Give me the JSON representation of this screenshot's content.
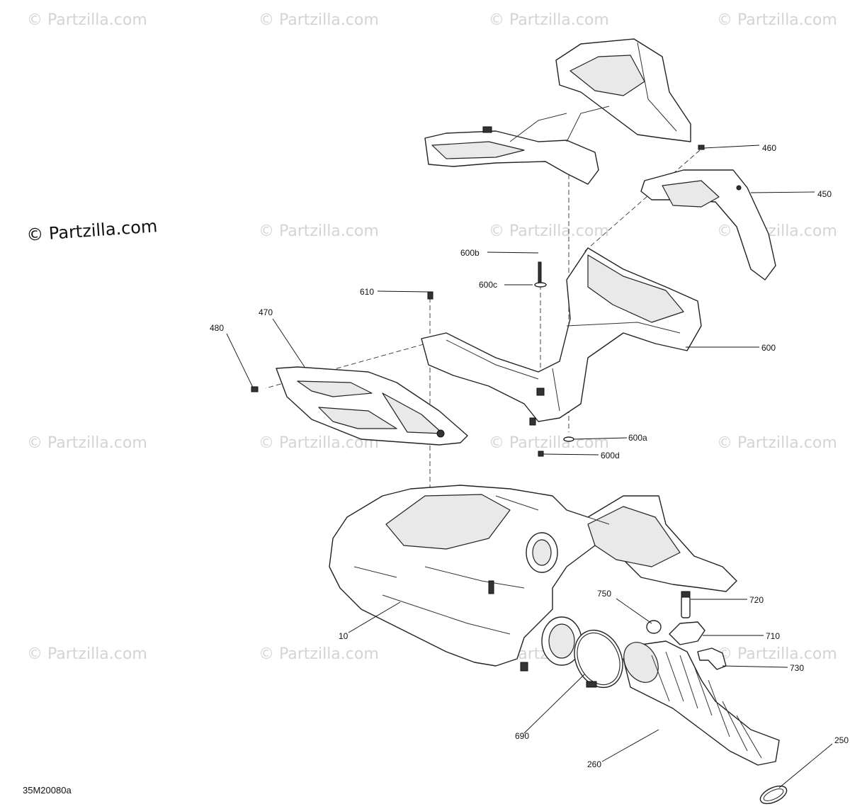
{
  "watermark": "© Partzilla.com",
  "brand_watermark": "© Partzilla.com",
  "document_id": "35M20080a",
  "callouts": {
    "c460": "460",
    "c450": "450",
    "c600b": "600b",
    "c600c": "600c",
    "c610": "610",
    "c470": "470",
    "c480": "480",
    "c600": "600",
    "c600a": "600a",
    "c600d": "600d",
    "c750": "750",
    "c720": "720",
    "c710": "710",
    "c730": "730",
    "c10": "10",
    "c690": "690",
    "c260": "260",
    "c250": "250"
  }
}
